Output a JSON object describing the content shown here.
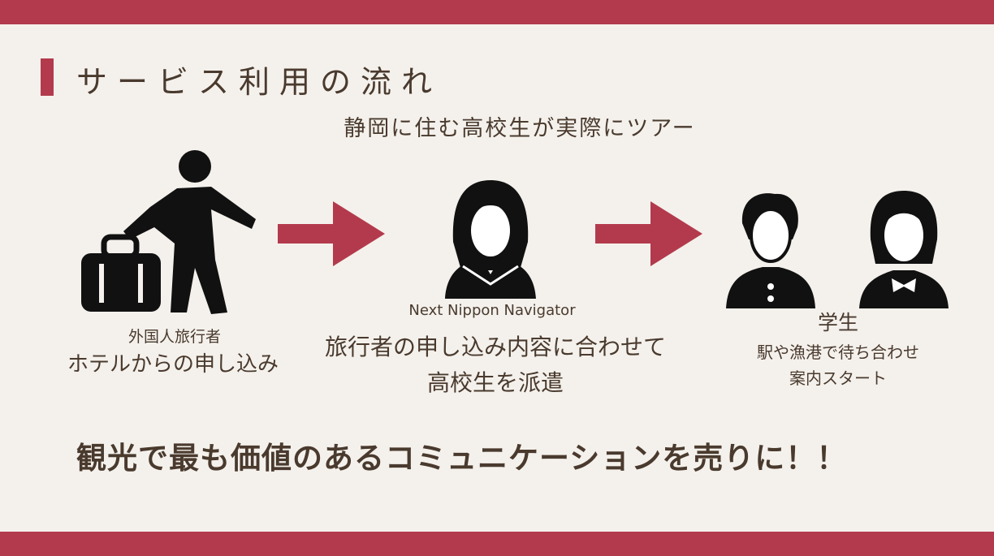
{
  "title": "サービス利用の流れ",
  "subtitle": "静岡に住む高校生が実際にツアー",
  "steps": [
    {
      "label": "外国人旅行者",
      "desc": "ホテルからの申し込み"
    },
    {
      "label": "Next Nippon Navigator",
      "desc1": "旅行者の申し込み内容に合わせて",
      "desc2": "高校生を派遣"
    },
    {
      "label": "学生",
      "desc1": "駅や漁港で待ち合わせ",
      "desc2": "案内スタート"
    }
  ],
  "tagline": "観光で最も価値のあるコミュニケーションを売りに！！",
  "colors": {
    "accent": "#b33a4c",
    "background": "#f4f1ec",
    "text": "#4a3a2e"
  }
}
